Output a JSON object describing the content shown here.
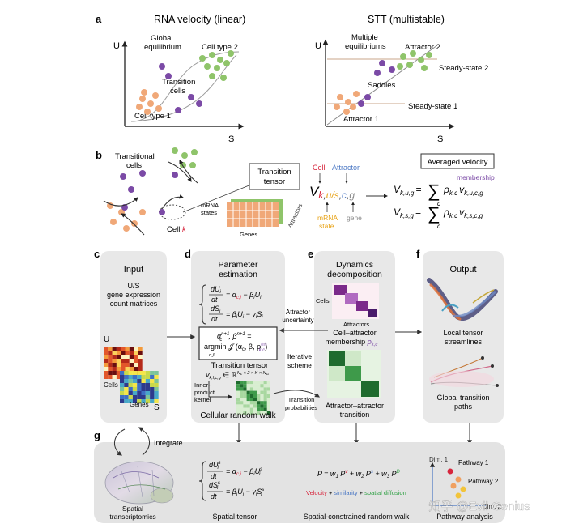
{
  "panel_letters": {
    "a": "a",
    "b": "b",
    "c": "c",
    "d": "d",
    "e": "e",
    "f": "f",
    "g": "g"
  },
  "panel_a": {
    "left": {
      "title": "RNA velocity (linear)",
      "u": "U",
      "s": "S",
      "global_1": "Global",
      "global_2": "equilibrium",
      "cell_type_2": "Cell type 2",
      "transition_1": "Transition",
      "transition_2": "cells",
      "cell_type_1": "Cell type 1"
    },
    "right": {
      "title": "STT (multistable)",
      "u": "U",
      "s": "S",
      "multiple_1": "Multiple",
      "multiple_2": "equilibriums",
      "attractor_2": "Attractor 2",
      "steady_state_2": "Steady-state 2",
      "saddles": "Saddles",
      "steady_state_1": "Steady-state 1",
      "attractor_1": "Attractor 1"
    }
  },
  "panel_b": {
    "transitional_1": "Transitional",
    "transitional_2": "cells",
    "cell_k": "Cell ",
    "k": "k",
    "mrna_states_1": "mRNA",
    "mrna_states_2": "states",
    "genes": "Genes",
    "attractors": "Attractors",
    "transition_tensor_1": "Transition",
    "transition_tensor_2": "tensor",
    "cell": "Cell",
    "attractor": "Attractor",
    "mrna_state_1": "mRNA",
    "mrna_state_2": "state",
    "gene": "gene",
    "tensor_v": "V",
    "tensor_k": "k",
    ",": ",",
    "tensor_us": "u/s",
    "tensor_c": "c",
    "tensor_g": "g",
    "averaged_velocity": "Averaged velocity",
    "membership": "membership",
    "eq1_lhs": "V",
    "eq1_sub": "k,u,g",
    "eq1_rho": "ρ",
    "eq1_rho_sub": "k,c",
    "eq1_v": "v",
    "eq1_v_sub": "k,u,c,g",
    "eq2_lhs": "V",
    "eq2_sub": "k,s,g",
    "eq2_rho": "ρ",
    "eq2_rho_sub": "k,c",
    "eq2_v": "v",
    "eq2_v_sub": "k,s,c,g",
    "sum": "∑",
    "sum_c": "c",
    "eq": "="
  },
  "panel_c": {
    "title": "Input",
    "desc_1": "U/S",
    "desc_2": "gene expression",
    "desc_3": "count matrices",
    "u": "U",
    "cells": "Cells",
    "genes": "Genes",
    "s": "S"
  },
  "panel_d": {
    "title_1": "Parameter",
    "title_2": "estimation",
    "eq_du": "dU",
    "eq_du_sub": "i",
    "eq_dt": "dt",
    "eq1_rhs": "= α",
    "eq1_rhs_sub": "c,i",
    "eq1_rhs2": " − β",
    "eq1_rhs2_sub": "i",
    "eq1_rhs3": "U",
    "eq1_rhs3_sub": "i",
    "eq_ds": "dS",
    "eq_ds_sub": "i",
    "eq2_rhs": "= β",
    "eq2_rhs_sub": "i",
    "eq2_rhs2": "U",
    "eq2_rhs2_sub": "i",
    "eq2_rhs3": " − γ",
    "eq2_rhs3_sub": "i",
    "eq2_rhs4": "S",
    "eq2_rhs4_sub": "i",
    "opt_line1": "α",
    "opt_line1_sup": "n+1",
    "opt_line1_sub": "c",
    "opt_line1b": ", β",
    "opt_line1b_sup": "n+1",
    "opt_line1c": " =",
    "opt_line2": "argmin 𝒥 (α",
    "opt_line2_sub": "c",
    "opt_line2b": ", β, ρ",
    "opt_line2b_sup": "(n)",
    "opt_line2b_sub": "k,c",
    "opt_line2c": ")",
    "opt_argmin_sub": "α,β",
    "tensor_label": "Transition tensor",
    "tensor_v": "v",
    "tensor_v_sub": "k,l,c,g",
    "tensor_in": " ∈ ℝ",
    "tensor_dim": "N",
    "tensor_dim_sub": "c",
    "tensor_dim2": " × 2 × K × N",
    "tensor_dim2_sub": "G",
    "inner_1": "Inner-",
    "inner_2": "product",
    "inner_3": "kernel",
    "footer": "Cellular random walk"
  },
  "panel_e": {
    "title_1": "Dynamics",
    "title_2": "decomposition",
    "cells": "Cells",
    "attractors": "Attractors",
    "membership_1": "Cell–attractor",
    "membership_2": "membership ",
    "rho": "ρ",
    "rho_sub": "k,c",
    "footer_1": "Attractor–attractor",
    "footer_2": "transition"
  },
  "panel_f": {
    "title": "Output",
    "streamlines_1": "Local tensor",
    "streamlines_2": "streamlines",
    "paths_1": "Global transition",
    "paths_2": "paths"
  },
  "middle": {
    "attractor_unc_1": "Attractor",
    "attractor_unc_2": "uncertainty",
    "iterative_1": "Iterative",
    "iterative_2": "scheme",
    "transition_prob_1": "Transition",
    "transition_prob_2": "probabilities"
  },
  "panel_g": {
    "integrate": "Integrate",
    "spatial_1": "Spatial",
    "spatial_2": "transcriptomics",
    "eq_du": "dU",
    "eq_du_sup": "s",
    "eq_du_sub": "i",
    "eq_dt": "dt",
    "eq1_rhs": "= α",
    "eq1_rhs_sub": "c,i",
    "eq1_rhs2": " − β",
    "eq1_rhs2_sub": "i",
    "eq1_rhs3": "U",
    "eq1_rhs3_sup": "s",
    "eq1_rhs3_sub": "i",
    "eq_ds": "dS",
    "eq_ds_sup": "s",
    "eq_ds_sub": "i",
    "eq2_rhs": "= β",
    "eq2_rhs_sub": "i",
    "eq2_rhs2": "U",
    "eq2_rhs2_sub": "i",
    "eq2_rhs3": " − γ",
    "eq2_rhs3_sub": "i",
    "eq2_rhs4": "S",
    "eq2_rhs4_sup": "s",
    "eq2_rhs4_sub": "i",
    "spatial_tensor": "Spatial tensor",
    "p_eq_1": "P = w",
    "p_w1_sub": "1",
    "p_pv": " P",
    "p_pv_sup": "v",
    "p_plus1": " + w",
    "p_w2_sub": "2",
    "p_ps": " P",
    "p_ps_sup": "s",
    "p_plus2": " + w",
    "p_w3_sub": "3",
    "p_pd": " P",
    "p_pd_sup": "D",
    "vel": "Velocity",
    "plus": " + ",
    "sim": "similarity",
    "spd": "spatial diffusion",
    "random_walk": "Spatial-constrained random walk",
    "dim1": "Dim. 1",
    "dim2": "Dim. 2",
    "pathway1": "Pathway 1",
    "pathway2": "Pathway 2",
    "pathway_analysis": "Pathway analysis"
  },
  "watermark": "知乎 @Evil Genius",
  "colors": {
    "panel_bg": "#e8e8e8",
    "panel_g_bg": "#e3e3e3",
    "purple": "#7b4aa6",
    "orange": "#f0a878",
    "green": "#8fc46a",
    "red": "#d7263d",
    "blue": "#4a77c4",
    "yellow": "#e8a317",
    "gray_text": "#8a8a8a",
    "green_text": "#2ea043"
  }
}
